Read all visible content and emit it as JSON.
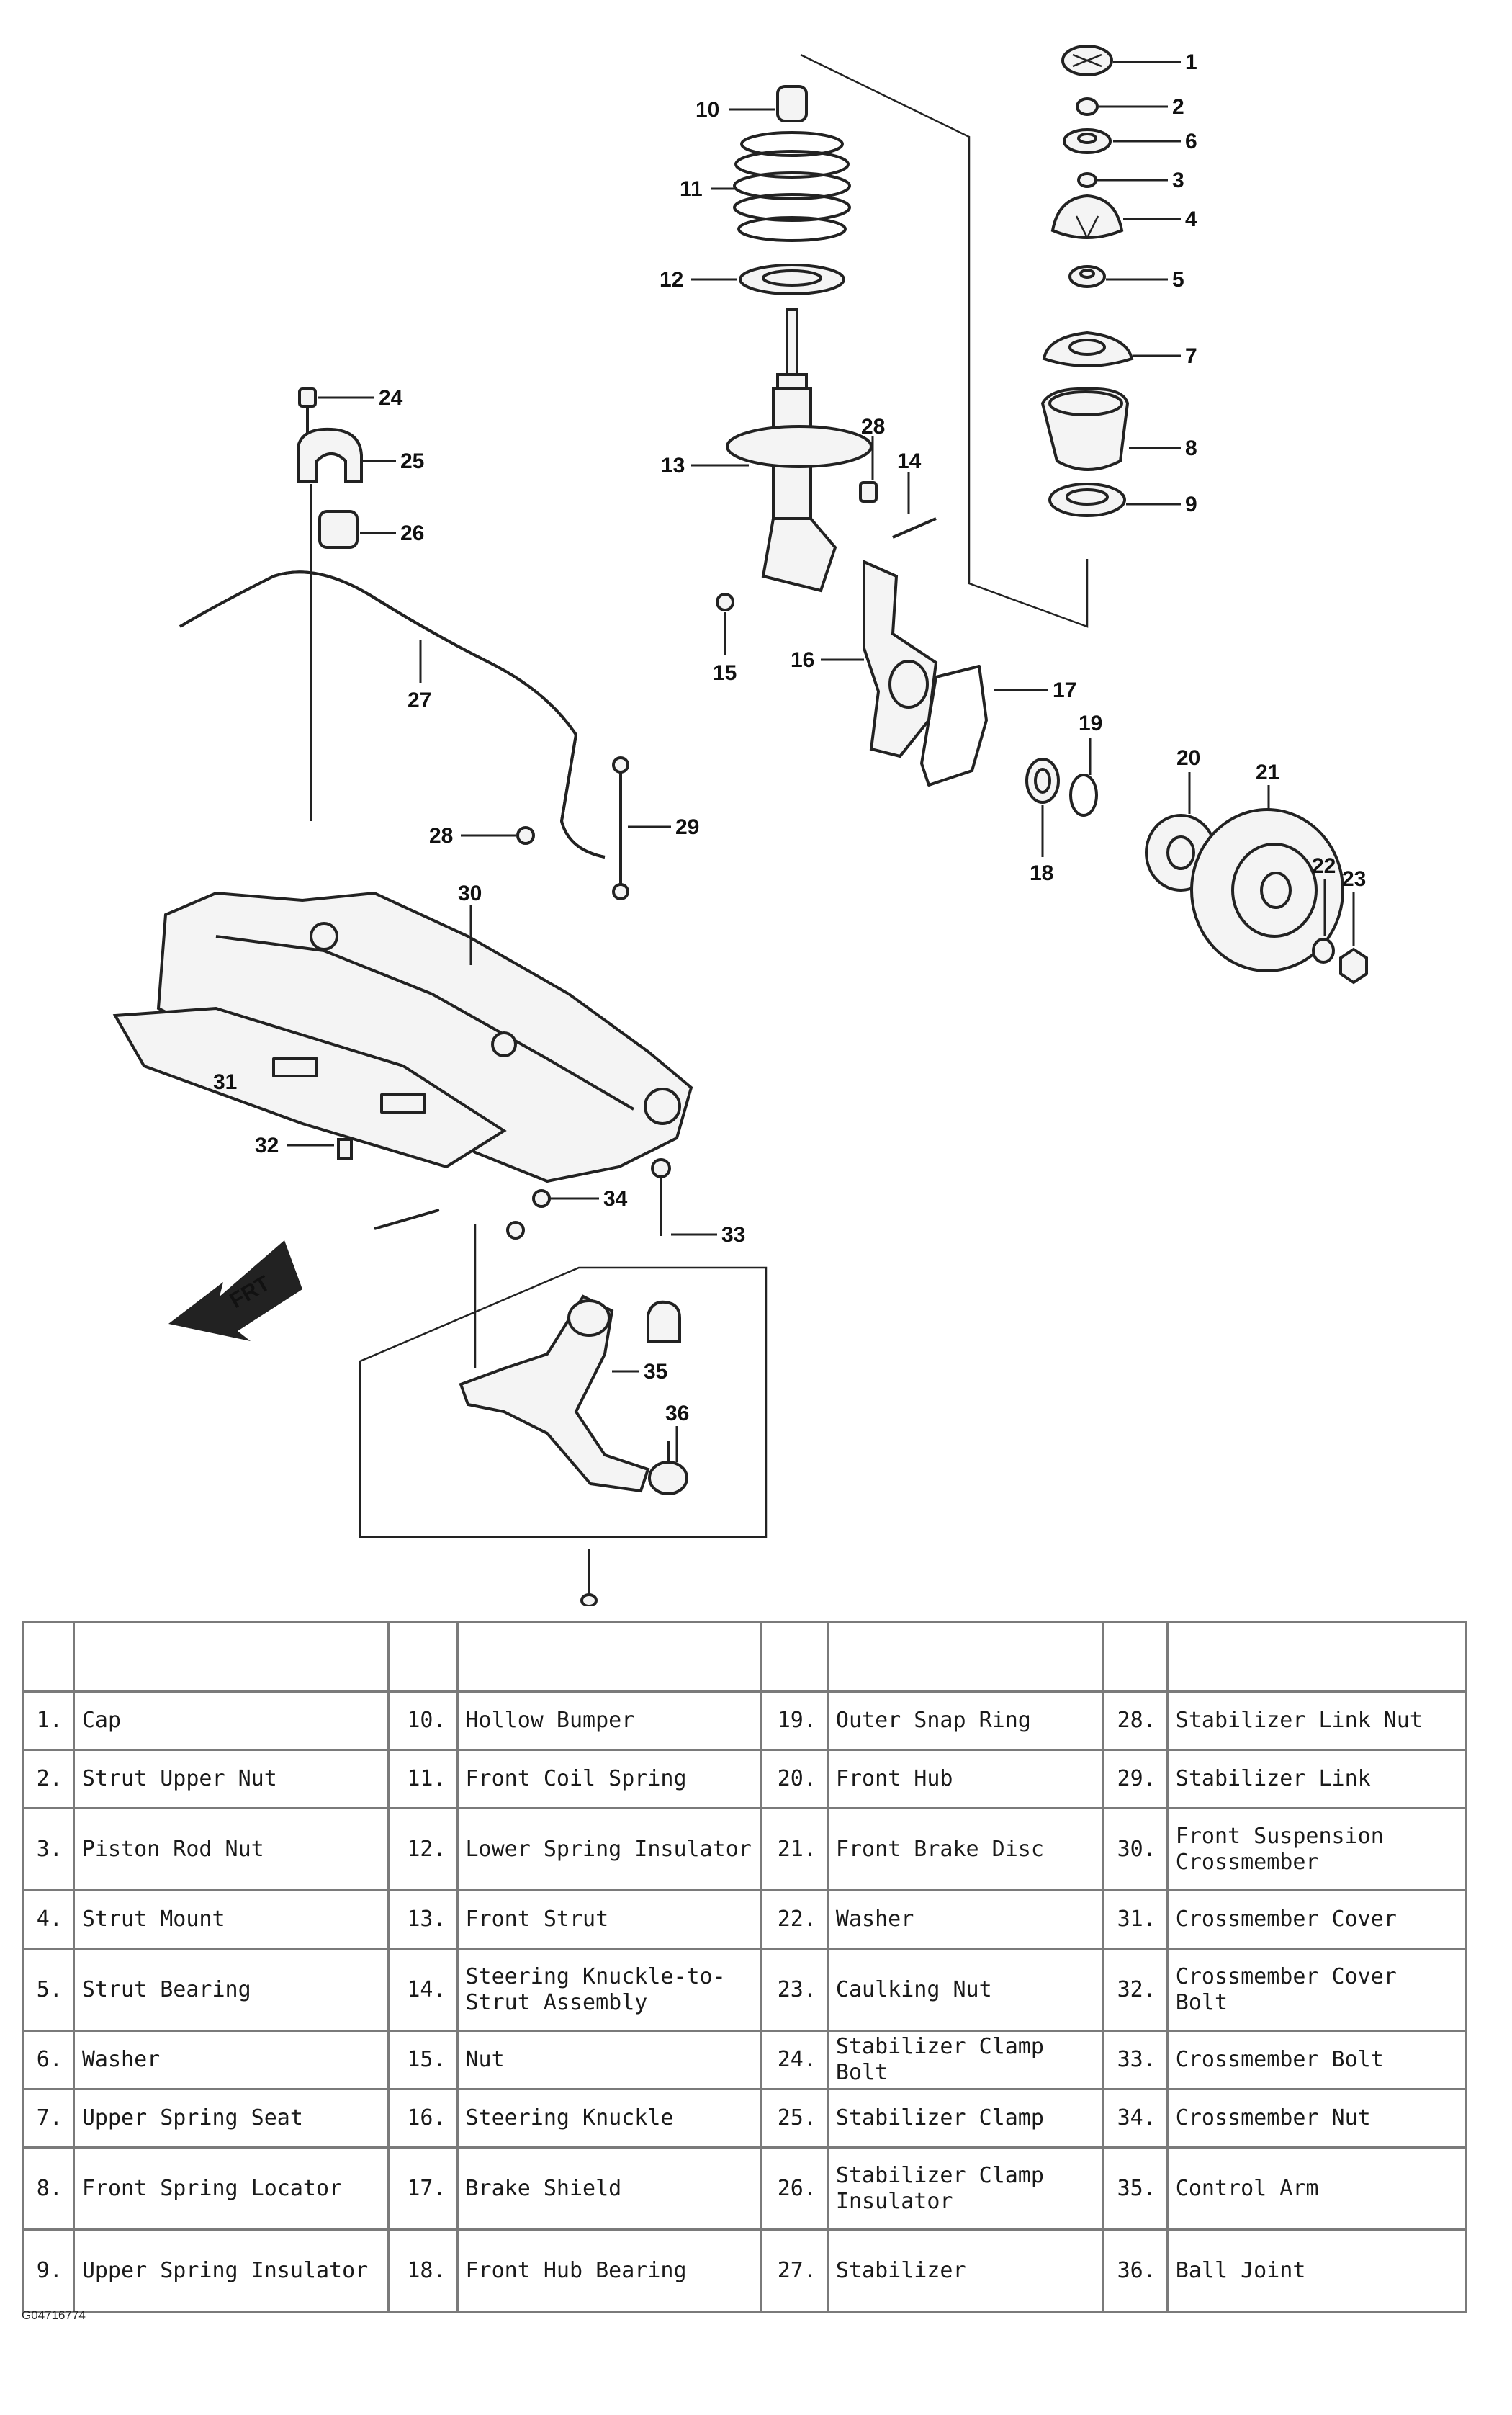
{
  "callouts": [
    "1",
    "2",
    "3",
    "4",
    "5",
    "6",
    "7",
    "8",
    "9",
    "10",
    "11",
    "12",
    "13",
    "14",
    "15",
    "16",
    "17",
    "18",
    "19",
    "20",
    "21",
    "22",
    "23",
    "24",
    "25",
    "26",
    "27",
    "28",
    "28",
    "29",
    "30",
    "31",
    "32",
    "33",
    "34",
    "35",
    "36"
  ],
  "direction_label": "FRT",
  "image_code": "G04716774",
  "legend": [
    [
      {
        "num": "1.",
        "name": "Cap"
      },
      {
        "num": "10.",
        "name": "Hollow Bumper"
      },
      {
        "num": "19.",
        "name": "Outer Snap Ring"
      },
      {
        "num": "28.",
        "name": "Stabilizer Link Nut"
      }
    ],
    [
      {
        "num": "2.",
        "name": "Strut Upper Nut"
      },
      {
        "num": "11.",
        "name": "Front Coil Spring"
      },
      {
        "num": "20.",
        "name": "Front Hub"
      },
      {
        "num": "29.",
        "name": "Stabilizer Link"
      }
    ],
    [
      {
        "num": "3.",
        "name": "Piston Rod Nut"
      },
      {
        "num": "12.",
        "name": "Lower Spring Insulator"
      },
      {
        "num": "21.",
        "name": "Front Brake Disc"
      },
      {
        "num": "30.",
        "name": "Front Suspension Crossmember"
      }
    ],
    [
      {
        "num": "4.",
        "name": "Strut Mount"
      },
      {
        "num": "13.",
        "name": "Front Strut"
      },
      {
        "num": "22.",
        "name": "Washer"
      },
      {
        "num": "31.",
        "name": "Crossmember Cover"
      }
    ],
    [
      {
        "num": "5.",
        "name": "Strut Bearing"
      },
      {
        "num": "14.",
        "name": "Steering Knuckle-to-Strut Assembly"
      },
      {
        "num": "23.",
        "name": "Caulking Nut"
      },
      {
        "num": "32.",
        "name": "Crossmember Cover Bolt"
      }
    ],
    [
      {
        "num": "6.",
        "name": "Washer"
      },
      {
        "num": "15.",
        "name": "Nut"
      },
      {
        "num": "24.",
        "name": "Stabilizer Clamp Bolt"
      },
      {
        "num": "33.",
        "name": "Crossmember Bolt"
      }
    ],
    [
      {
        "num": "7.",
        "name": "Upper Spring Seat"
      },
      {
        "num": "16.",
        "name": "Steering Knuckle"
      },
      {
        "num": "25.",
        "name": "Stabilizer Clamp"
      },
      {
        "num": "34.",
        "name": "Crossmember Nut"
      }
    ],
    [
      {
        "num": "8.",
        "name": "Front Spring Locator"
      },
      {
        "num": "17.",
        "name": "Brake Shield"
      },
      {
        "num": "26.",
        "name": "Stabilizer Clamp Insulator"
      },
      {
        "num": "35.",
        "name": "Control Arm"
      }
    ],
    [
      {
        "num": "9.",
        "name": "Upper Spring Insulator"
      },
      {
        "num": "18.",
        "name": "Front Hub Bearing"
      },
      {
        "num": "27.",
        "name": "Stabilizer"
      },
      {
        "num": "36.",
        "name": "Ball Joint"
      }
    ]
  ]
}
